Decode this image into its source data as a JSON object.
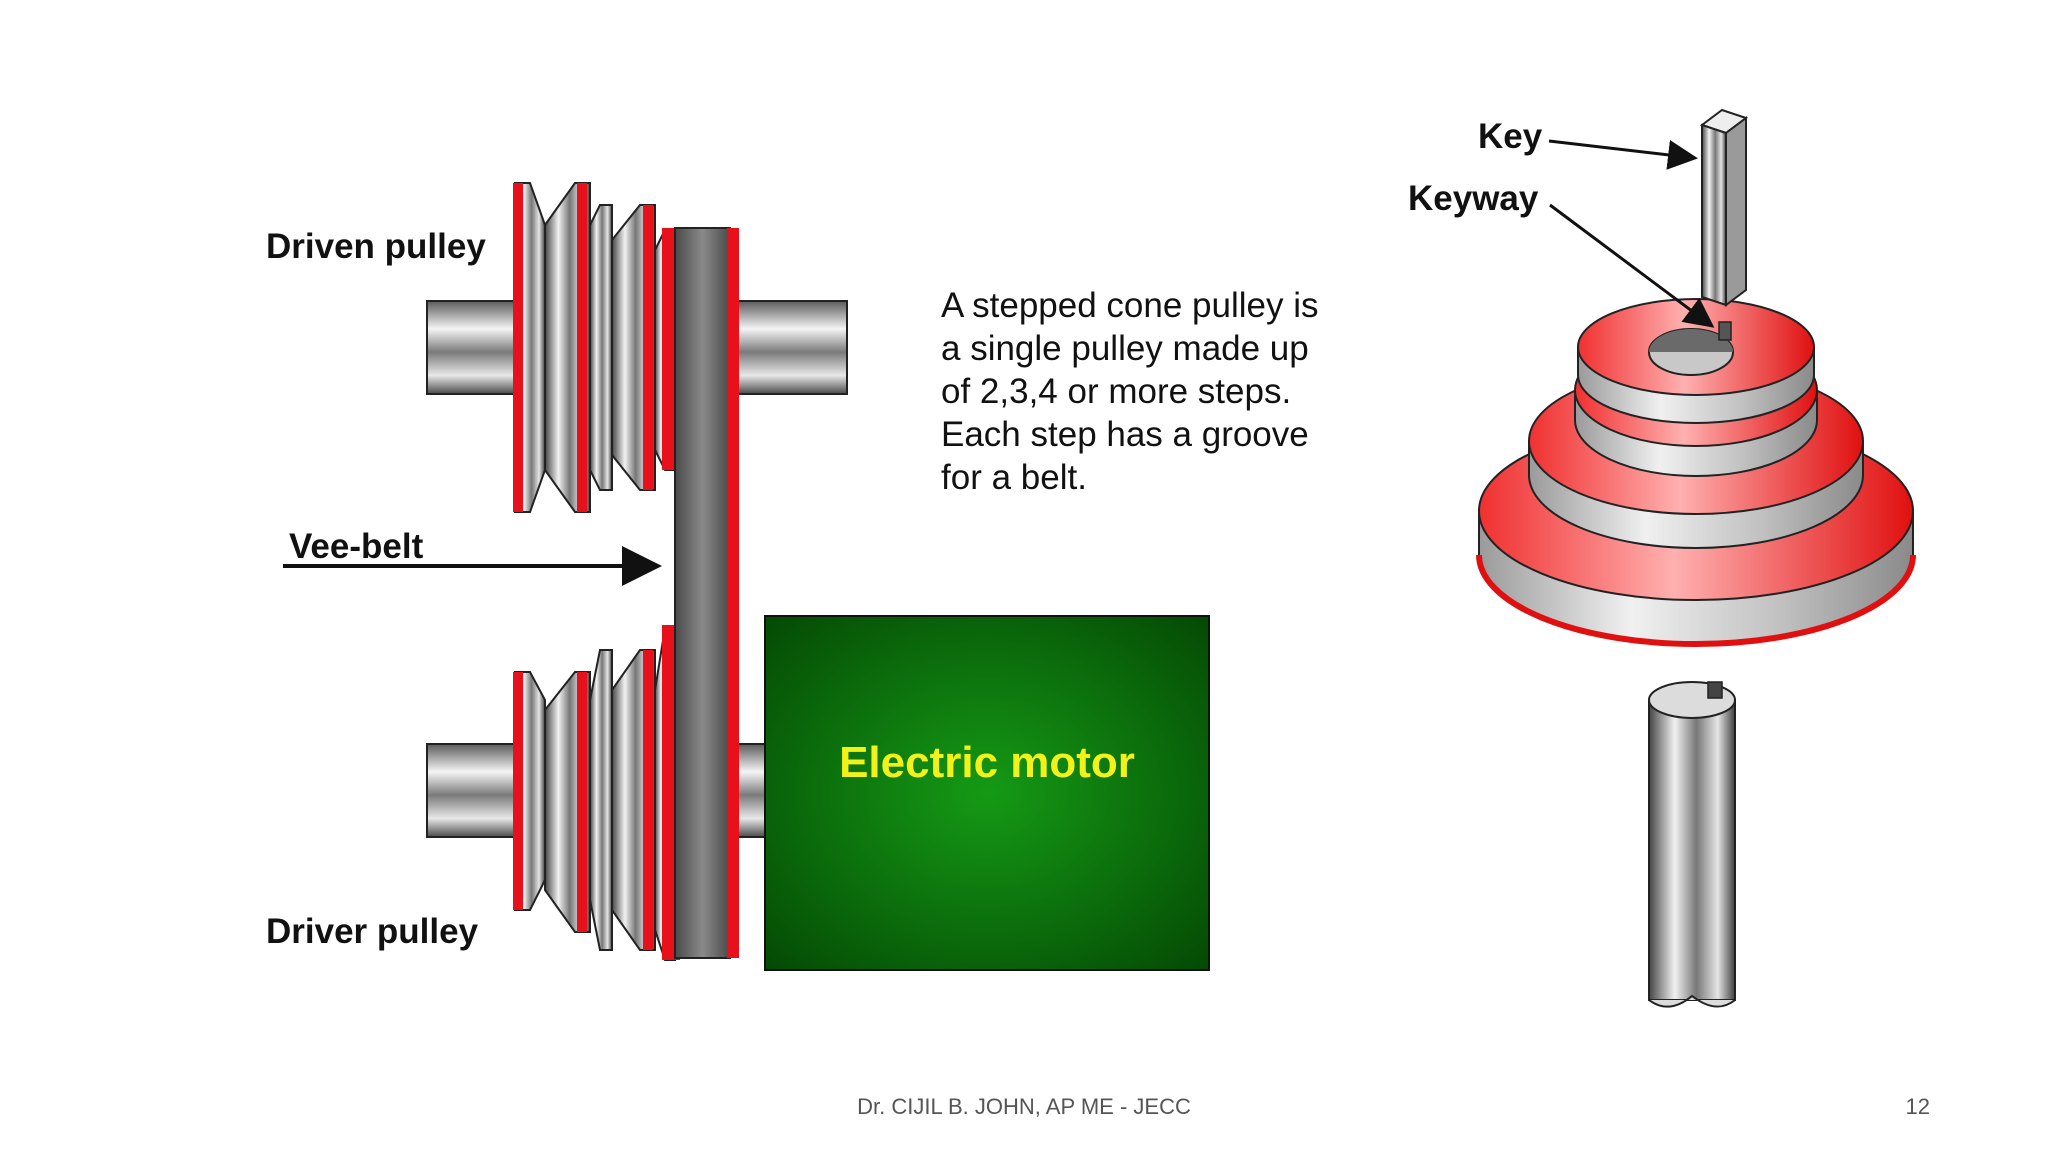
{
  "slide": {
    "description_lines": [
      "A stepped cone pulley is",
      "a single pulley made up",
      "of 2,3,4 or more steps.",
      "Each step has a groove",
      "for a belt."
    ],
    "footer_author": "Dr. CIJIL B. JOHN, AP ME - JECC",
    "page_number": "12"
  },
  "left_diagram": {
    "labels": {
      "driven_pulley": "Driven pulley",
      "vee_belt": "Vee-belt",
      "driver_pulley": "Driver pulley",
      "electric_motor": "Electric motor"
    },
    "colors": {
      "motor": "#0a7a0a",
      "motor_text": "#f2f21a",
      "pulley_red": "#e8101a",
      "belt": "#6a6a6a"
    }
  },
  "right_diagram": {
    "labels": {
      "key": "Key",
      "keyway": "Keyway"
    },
    "colors": {
      "step_top": "#ee2222",
      "step_side": "#bdbdbd"
    }
  }
}
